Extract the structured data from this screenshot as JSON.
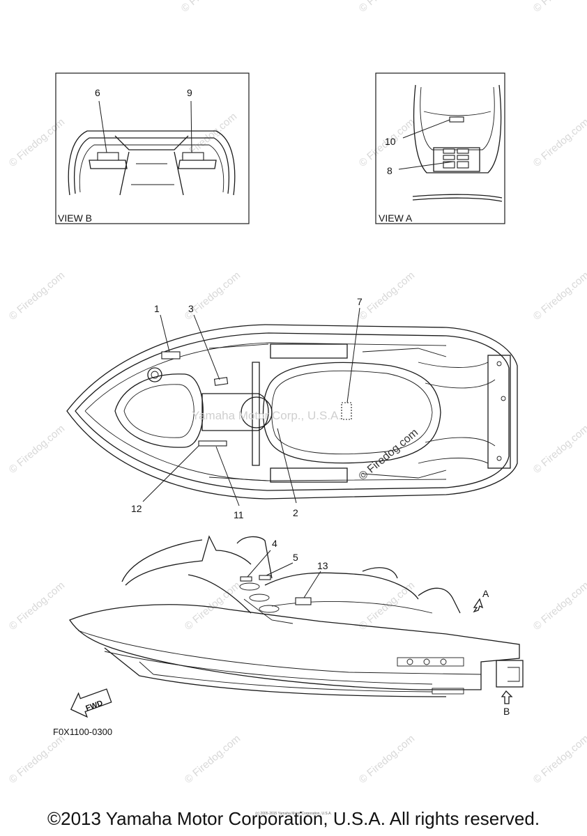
{
  "views": {
    "view_b": {
      "caption": "VIEW B",
      "callouts": [
        "6",
        "9"
      ]
    },
    "view_a": {
      "caption": "VIEW A",
      "callouts": [
        "10",
        "8"
      ]
    }
  },
  "top_view": {
    "callouts": [
      "1",
      "3",
      "7",
      "12",
      "11",
      "2"
    ],
    "overlay_text": "Yamaha Motor Corp., U.S.A."
  },
  "side_view": {
    "callouts": [
      "4",
      "5",
      "13"
    ],
    "arrow_a": "A",
    "arrow_b": "B",
    "fwd_label": "FWD"
  },
  "diagram_code": "F0X1100-0300",
  "watermark": "© Firedog.com",
  "footer": {
    "copyright": "©2013 Yamaha Motor Corporation, U.S.A. All rights reserved.",
    "small_copy": "(c) 2005-2015 Yamaha Motor Corporation, U.S.A."
  }
}
